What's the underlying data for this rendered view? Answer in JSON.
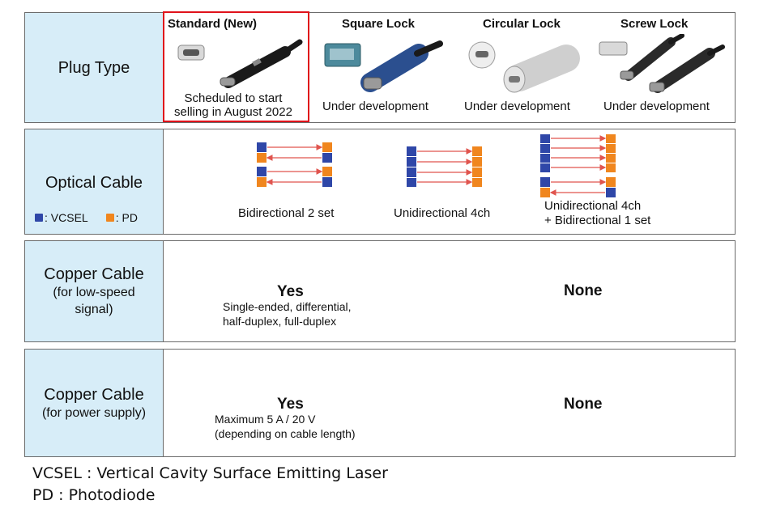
{
  "plug_row": {
    "label": "Plug Type",
    "plugs": [
      {
        "title": "Standard (New)",
        "status_line1": "Scheduled to start",
        "status_line2": "selling in August 2022"
      },
      {
        "title": "Square Lock",
        "status": "Under development"
      },
      {
        "title": "Circular Lock",
        "status": "Under development"
      },
      {
        "title": "Screw Lock",
        "status": "Under development"
      }
    ]
  },
  "optical_row": {
    "label": "Optical Cable",
    "legend_vcsel": ": VCSEL",
    "legend_pd": ": PD",
    "configs": [
      {
        "caption_line1": "Bidirectional 2 set",
        "caption_line2": ""
      },
      {
        "caption_line1": "Unidirectional 4ch",
        "caption_line2": ""
      },
      {
        "caption_line1": "Unidirectional 4ch",
        "caption_line2": "+ Bidirectional 1 set"
      }
    ]
  },
  "copper_signal_row": {
    "label_line1": "Copper Cable",
    "label_line2": "(for low-speed",
    "label_line3": "signal)",
    "yes": "Yes",
    "yes_detail_line1": "Single-ended, differential,",
    "yes_detail_line2": "half-duplex, full-duplex",
    "none": "None"
  },
  "copper_power_row": {
    "label_line1": "Copper Cable",
    "label_line2": "(for power supply)",
    "yes": "Yes",
    "yes_detail_line1": "Maximum 5 A / 20 V",
    "yes_detail_line2": "(depending on cable length)",
    "none": "None"
  },
  "footnotes": {
    "vcsel": "VCSEL : Vertical Cavity Surface Emitting Laser",
    "pd": "PD : Photodiode"
  },
  "colors": {
    "label_bg": "#d7edf8",
    "vcsel": "#2f47a8",
    "pd": "#f0861e",
    "arrow": "#e0544e",
    "highlight": "#e0121a"
  }
}
